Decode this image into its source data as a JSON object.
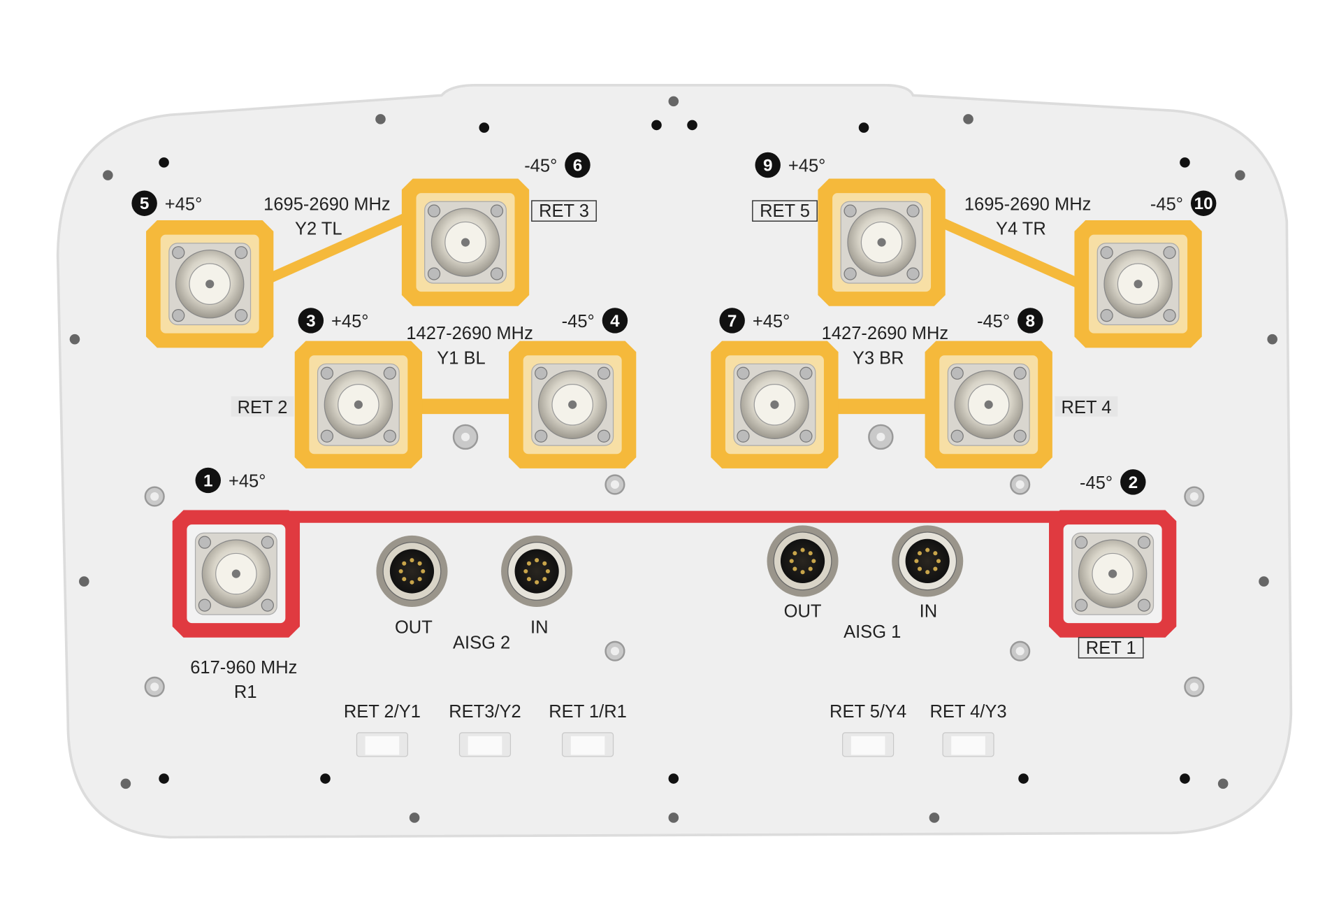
{
  "colors": {
    "panel": "#efefef",
    "pad_yellow": "#f5b93b",
    "pad_red": "#e03a40",
    "badge": "#111111"
  },
  "ports": [
    {
      "num": "1",
      "pol": "+45°"
    },
    {
      "num": "2",
      "pol": "-45°"
    },
    {
      "num": "3",
      "pol": "+45°"
    },
    {
      "num": "4",
      "pol": "-45°"
    },
    {
      "num": "5",
      "pol": "+45°"
    },
    {
      "num": "6",
      "pol": "-45°"
    },
    {
      "num": "7",
      "pol": "+45°"
    },
    {
      "num": "8",
      "pol": "-45°"
    },
    {
      "num": "9",
      "pol": "+45°"
    },
    {
      "num": "10",
      "pol": "-45°"
    }
  ],
  "bands": {
    "y2": {
      "freq": "1695-2690 MHz",
      "name": "Y2  TL"
    },
    "y4": {
      "freq": "1695-2690 MHz",
      "name": "Y4  TR"
    },
    "y1": {
      "freq": "1427-2690 MHz",
      "name": "Y1  BL"
    },
    "y3": {
      "freq": "1427-2690 MHz",
      "name": "Y3  BR"
    },
    "r1": {
      "freq": "617-960 MHz",
      "name": "R1"
    }
  },
  "ret_labels": {
    "ret1": "RET 1",
    "ret2": "RET 2",
    "ret3": "RET 3",
    "ret4": "RET 4",
    "ret5": "RET 5"
  },
  "aisg": {
    "aisg2": {
      "title": "AISG 2",
      "out": "OUT",
      "in": "IN"
    },
    "aisg1": {
      "title": "AISG 1",
      "out": "OUT",
      "in": "IN"
    }
  },
  "buttons": [
    "RET 2/Y1",
    "RET3/Y2",
    "RET 1/R1",
    "RET 5/Y4",
    "RET 4/Y3"
  ]
}
